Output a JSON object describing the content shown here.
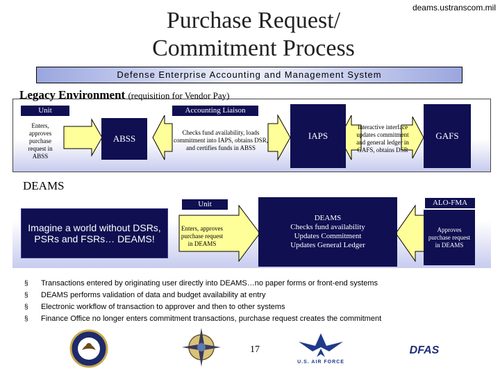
{
  "header": {
    "title_line1": "Purchase Request/",
    "title_line2": "Commitment Process",
    "url": "deams.ustranscom.mil",
    "banner": "Defense Enterprise Accounting and Management System"
  },
  "legacy": {
    "title": "Legacy Environment",
    "subtitle": "(requisition for Vendor Pay)",
    "unit_tab": "Unit",
    "unit_text": "Enters, approves purchase request in ABSS",
    "abss": "ABSS",
    "liaison_tab": "Accounting Liaison",
    "liaison_text": "Checks fund availability, loads commitment into IAPS, obtains DSR, and certifies funds in ABSS",
    "iaps": "IAPS",
    "interface_text": "Interactive interface updates commitment and general ledger in GAFS, obtains DSR",
    "gafs": "GAFS"
  },
  "deams": {
    "title": "DEAMS",
    "imagine": "Imagine a world without DSRs, PSRs and FSRs… DEAMS!",
    "unit_tab": "Unit",
    "unit_text": "Enters, approves purchase request in DEAMS",
    "center_title": "DEAMS",
    "center_lines": [
      "Checks fund availability",
      "Updates Commitment",
      "Updates General Ledger"
    ],
    "alo_tab": "ALO-FMA",
    "alo_text": "Approves purchase request in DEAMS"
  },
  "bullets": {
    "marker": "§",
    "items": [
      "Transactions entered by originating user directly into DEAMS…no paper forms or front-end systems",
      "DEAMS performs validation of data and budget availability at entry",
      "Electronic workflow of transaction to approver and then to other systems",
      "Finance Office no longer enters commitment transactions, purchase request creates the commitment"
    ]
  },
  "footer": {
    "page_number": "17",
    "usaf_text": "U.S. AIR FORCE",
    "dfas_text": "DFAS"
  },
  "colors": {
    "dark_box": "#0f0f52",
    "arrow_fill": "#ffff99",
    "panel_gradient": "#c7cbee"
  }
}
